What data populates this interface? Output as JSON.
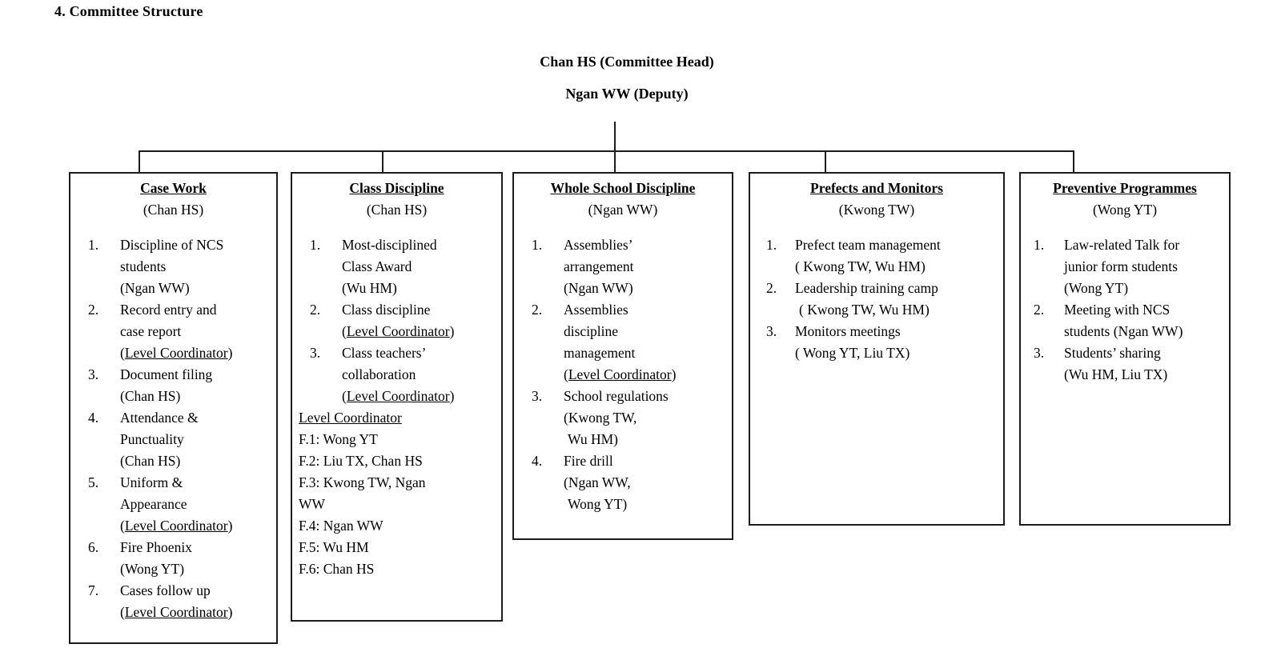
{
  "page": {
    "title": "4. Committee Structure"
  },
  "root": {
    "head": "Chan HS (Committee Head)",
    "deputy": "Ngan WW (Deputy)"
  },
  "boxes": [
    {
      "title": "Case Work",
      "head": "(Chan HS)",
      "items": [
        {
          "num": "1.",
          "lines": [
            {
              "t": "Discipline of NCS"
            },
            {
              "t": "students"
            },
            {
              "t": "(Ngan WW)"
            }
          ]
        },
        {
          "num": "2.",
          "lines": [
            {
              "t": "Record entry and"
            },
            {
              "t": "case report"
            },
            {
              "pre": "(",
              "u": "Level Coordinator",
              "post": ")"
            }
          ]
        },
        {
          "num": "3.",
          "lines": [
            {
              "t": "Document filing"
            },
            {
              "t": "(Chan HS)"
            }
          ]
        },
        {
          "num": "4.",
          "lines": [
            {
              "t": "Attendance &"
            },
            {
              "t": "Punctuality"
            },
            {
              "t": "(Chan HS)"
            }
          ]
        },
        {
          "num": "5.",
          "lines": [
            {
              "t": "Uniform &"
            },
            {
              "t": "Appearance"
            },
            {
              "pre": "(",
              "u": "Level Coordinator",
              "post": ")"
            }
          ]
        },
        {
          "num": "6.",
          "lines": [
            {
              "t": "Fire Phoenix"
            },
            {
              "t": "(Wong YT)"
            }
          ]
        },
        {
          "num": "7.",
          "lines": [
            {
              "t": "Cases follow up"
            },
            {
              "pre": "(",
              "u": "Level Coordinator",
              "post": ")"
            }
          ]
        }
      ]
    },
    {
      "title": "Class Discipline",
      "head": "(Chan HS)",
      "items": [
        {
          "num": "1.",
          "lines": [
            {
              "t": "Most-disciplined"
            },
            {
              "t": "Class Award"
            },
            {
              "t": "(Wu HM)"
            }
          ]
        },
        {
          "num": "2.",
          "lines": [
            {
              "t": "Class discipline"
            },
            {
              "pre": "(",
              "u": "Level Coordinator",
              "post": ")"
            }
          ]
        },
        {
          "num": "3.",
          "lines": [
            {
              "t": "Class teachers’"
            },
            {
              "t": "collaboration"
            },
            {
              "pre": "(",
              "u": "Level Coordinator",
              "post": ")"
            }
          ]
        }
      ],
      "extra": {
        "heading": "Level Coordinator",
        "lines": [
          "F.1: Wong YT",
          "F.2: Liu TX, Chan HS",
          "F.3: Kwong TW, Ngan",
          "WW",
          "F.4: Ngan WW",
          "F.5: Wu HM",
          "F.6: Chan HS"
        ]
      }
    },
    {
      "title": "Whole School Discipline",
      "head": "(Ngan WW)",
      "items": [
        {
          "num": "1.",
          "lines": [
            {
              "t": "Assemblies’"
            },
            {
              "t": "arrangement"
            },
            {
              "t": "(Ngan WW)"
            }
          ]
        },
        {
          "num": "2.",
          "lines": [
            {
              "t": "Assemblies"
            },
            {
              "t": "discipline"
            },
            {
              "t": "management"
            },
            {
              "pre": "(",
              "u": "Level Coordinator",
              "post": ")"
            }
          ]
        },
        {
          "num": "3.",
          "lines": [
            {
              "t": "School regulations"
            },
            {
              "t": "(Kwong TW,"
            },
            {
              "t": "Wu HM)"
            }
          ]
        },
        {
          "num": "4.",
          "lines": [
            {
              "t": "Fire drill"
            },
            {
              "t": "(Ngan WW,"
            },
            {
              "t": "Wong YT)"
            }
          ]
        }
      ]
    },
    {
      "title": "Prefects and Monitors",
      "head": "(Kwong TW)",
      "items": [
        {
          "num": "1.",
          "lines": [
            {
              "t": "Prefect team management"
            },
            {
              "t": "( Kwong TW, Wu HM)"
            }
          ]
        },
        {
          "num": "2.",
          "lines": [
            {
              "t": "Leadership training camp"
            },
            {
              "t": "( Kwong TW, Wu HM)"
            }
          ]
        },
        {
          "num": "3.",
          "lines": [
            {
              "t": "Monitors meetings"
            },
            {
              "t": "( Wong YT, Liu TX)"
            }
          ]
        }
      ]
    },
    {
      "title": "Preventive Programmes",
      "head": "(Wong YT)",
      "items": [
        {
          "num": "1.",
          "lines": [
            {
              "t": "Law-related Talk for"
            },
            {
              "t": "junior form students"
            },
            {
              "t": "(Wong YT)"
            }
          ]
        },
        {
          "num": "2.",
          "lines": [
            {
              "t": "Meeting with NCS"
            },
            {
              "t": "students (Ngan WW)"
            }
          ]
        },
        {
          "num": "3.",
          "lines": [
            {
              "t": "Students’ sharing"
            },
            {
              "t": "(Wu HM, Liu TX)"
            }
          ]
        }
      ]
    }
  ]
}
